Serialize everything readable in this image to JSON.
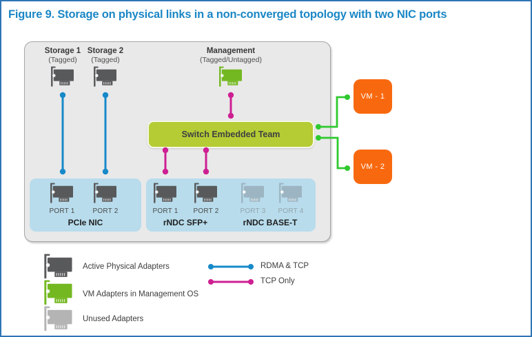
{
  "title": "Figure 9. Storage on physical links in a non-converged topology with two NIC ports",
  "nodes": {
    "storage1": {
      "label": "Storage 1",
      "sub": "(Tagged)"
    },
    "storage2": {
      "label": "Storage 2",
      "sub": "(Tagged)"
    },
    "management": {
      "label": "Management",
      "sub": "(Tagged/Untagged)"
    }
  },
  "switch_team": {
    "label": "Switch Embedded Team"
  },
  "vms": {
    "vm1": "VM - 1",
    "vm2": "VM - 2"
  },
  "port_groups": {
    "pcie": {
      "label": "PCIe NIC",
      "ports": [
        "PORT 1",
        "PORT 2"
      ]
    },
    "rndc_sfp": {
      "label": "rNDC SFP+",
      "ports": [
        "PORT 1",
        "PORT 2"
      ]
    },
    "rndc_baset": {
      "label": "rNDC BASE-T",
      "ports": [
        "PORT 3",
        "PORT 4"
      ]
    }
  },
  "legend": {
    "active_label": "Active Physical Adapters",
    "vm_label": "VM Adapters in Management OS",
    "unused_label": "Unused Adapters",
    "rdma_label": "RDMA & TCP",
    "tcp_label": "TCP Only"
  },
  "colors": {
    "title_blue": "#1b87c5",
    "frame_blue": "#2e74b5",
    "host_bg": "#e9e9e9",
    "set_green": "#b5cc34",
    "adapter_dark": "#58595b",
    "adapter_green": "#74b821",
    "adapter_unused_in_box": "#9db5c2",
    "adapter_unused_legend": "#b4b4b4",
    "port_box_blue": "#b8dcec",
    "vm_orange": "#f8690f",
    "line_rdma_blue": "#1789c9",
    "line_tcp_magenta": "#ce1f92",
    "line_vm_green": "#2fc92f"
  }
}
